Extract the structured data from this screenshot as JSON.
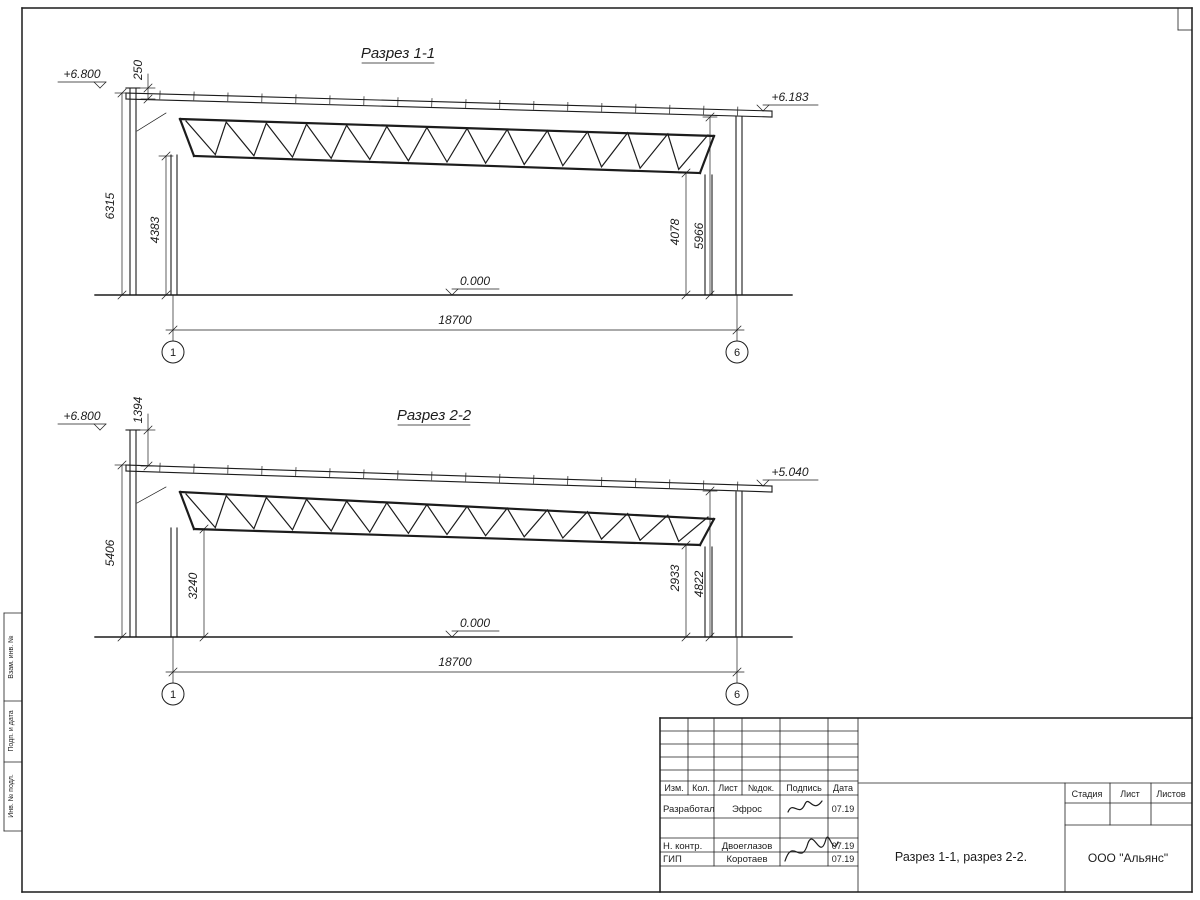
{
  "sections": [
    {
      "title": "Разрез 1-1",
      "elev_left": "+6.800",
      "elev_right": "+6.183",
      "zero": "0.000",
      "span": "18700",
      "axis_left": "1",
      "axis_right": "6",
      "dim_parapet": "250",
      "dim_wall_left": "6315",
      "dim_truss_left": "4383",
      "dim_truss_right": "4078",
      "dim_wall_right": "5966"
    },
    {
      "title": "Разрез 2-2",
      "elev_left": "+6.800",
      "elev_right": "+5.040",
      "zero": "0.000",
      "span": "18700",
      "axis_left": "1",
      "axis_right": "6",
      "dim_parapet": "1394",
      "dim_wall_left": "5406",
      "dim_truss_left": "3240",
      "dim_truss_right": "2933",
      "dim_wall_right": "4822"
    }
  ],
  "frame": {
    "side_labels": [
      "Взам. инв. №",
      "Подп. и дата",
      "Инв. № подл."
    ]
  },
  "titleblock": {
    "cols": [
      "Изм.",
      "Кол.",
      "Лист",
      "№док.",
      "Подпись",
      "Дата"
    ],
    "rows": [
      {
        "role": "Разработал",
        "name": "Эфрос",
        "date": "07.19"
      },
      {
        "role": "Н. контр.",
        "name": "Двоеглазов",
        "date": "07.19"
      },
      {
        "role": "ГИП",
        "name": "Коротаев",
        "date": "07.19"
      }
    ],
    "doc_title": "Разрез 1-1, разрез 2-2.",
    "stage_cols": [
      "Стадия",
      "Лист",
      "Листов"
    ],
    "company": "ООО \"Альянс\""
  }
}
